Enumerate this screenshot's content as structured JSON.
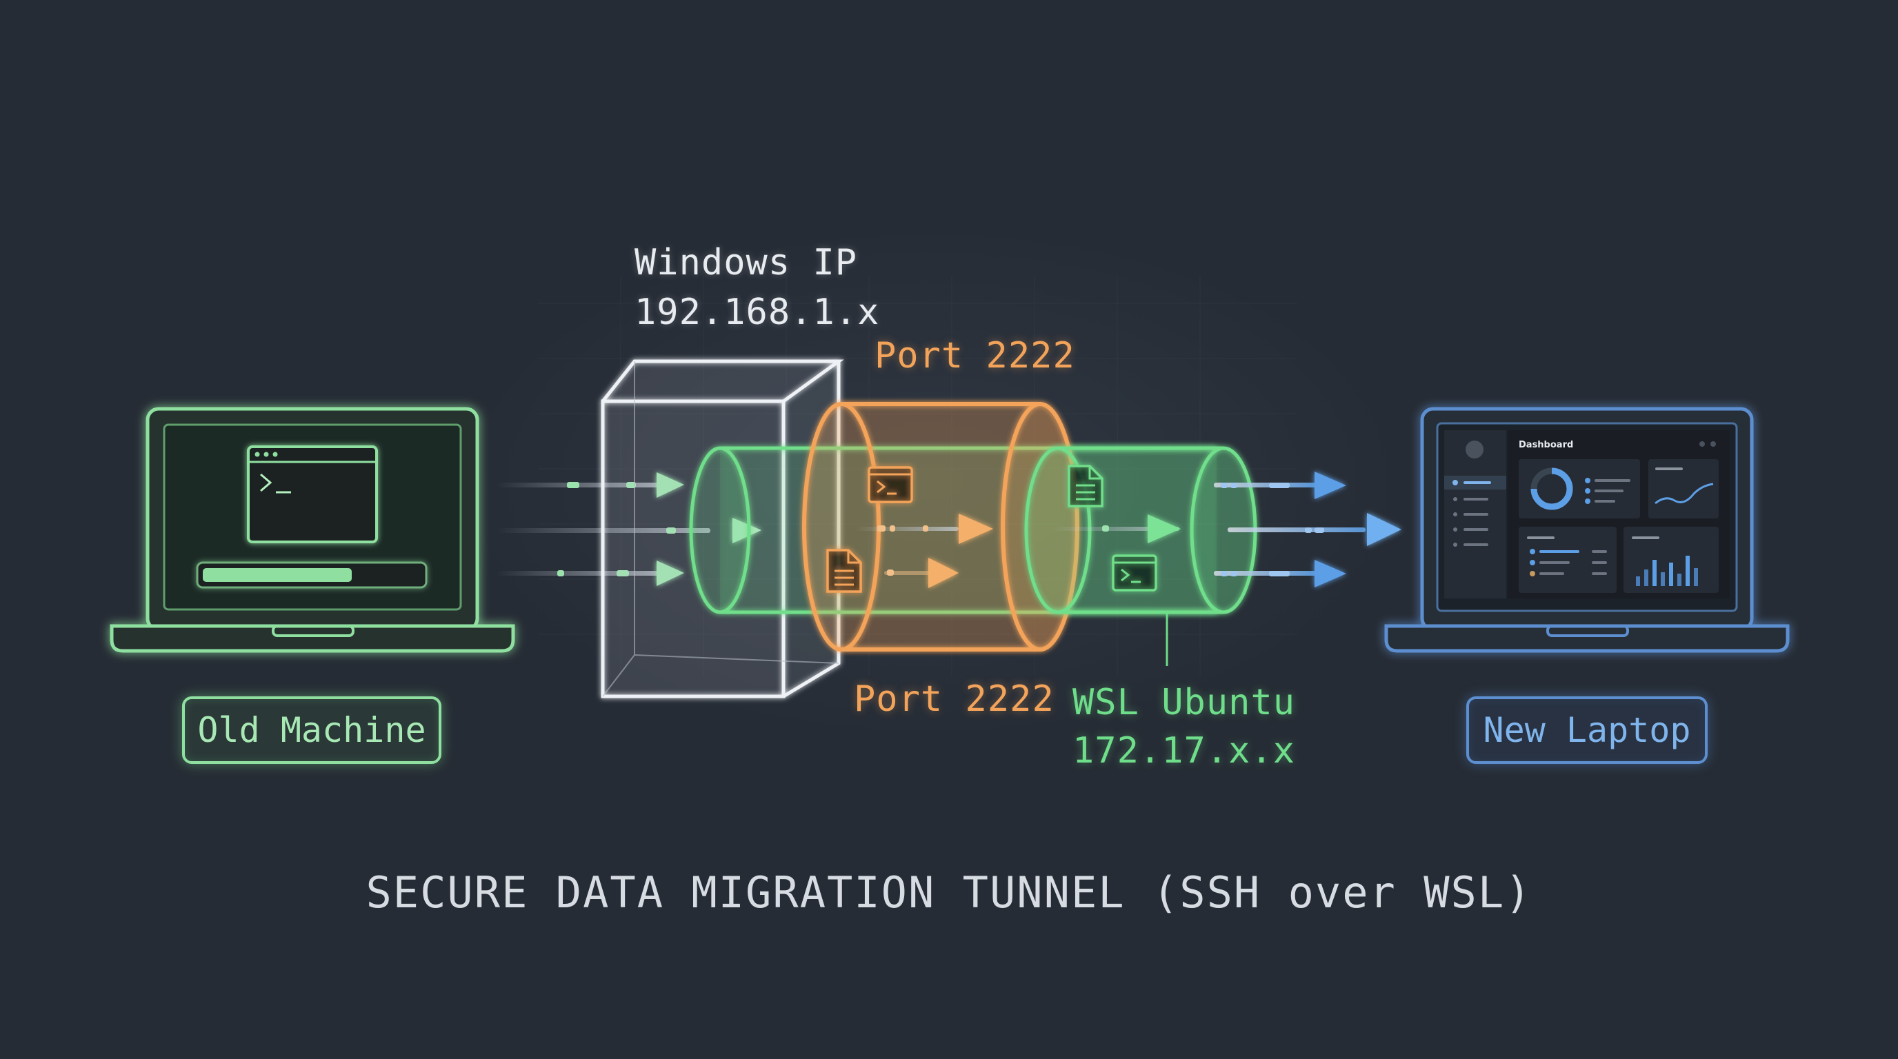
{
  "diagram": {
    "windows_label": "Windows IP",
    "windows_ip": "192.168.1.x",
    "port_top": "Port 2222",
    "port_bottom": "Port 2222",
    "wsl_label": "WSL Ubuntu",
    "wsl_ip": "172.17.x.x",
    "old_machine": "Old Machine",
    "new_laptop": "New Laptop",
    "dashboard_title": "Dashboard",
    "caption": "SECURE DATA MIGRATION TUNNEL (SSH over WSL)"
  },
  "colors": {
    "background": "#262c35",
    "green": "#6fde8a",
    "orange": "#f4a45a",
    "blue": "#5d9fe6",
    "white": "#e8ecf1"
  },
  "icons": [
    "terminal-icon",
    "document-icon",
    "arrow-right-icon",
    "laptop-icon",
    "firewall-box-icon",
    "tunnel-cylinder-icon"
  ]
}
